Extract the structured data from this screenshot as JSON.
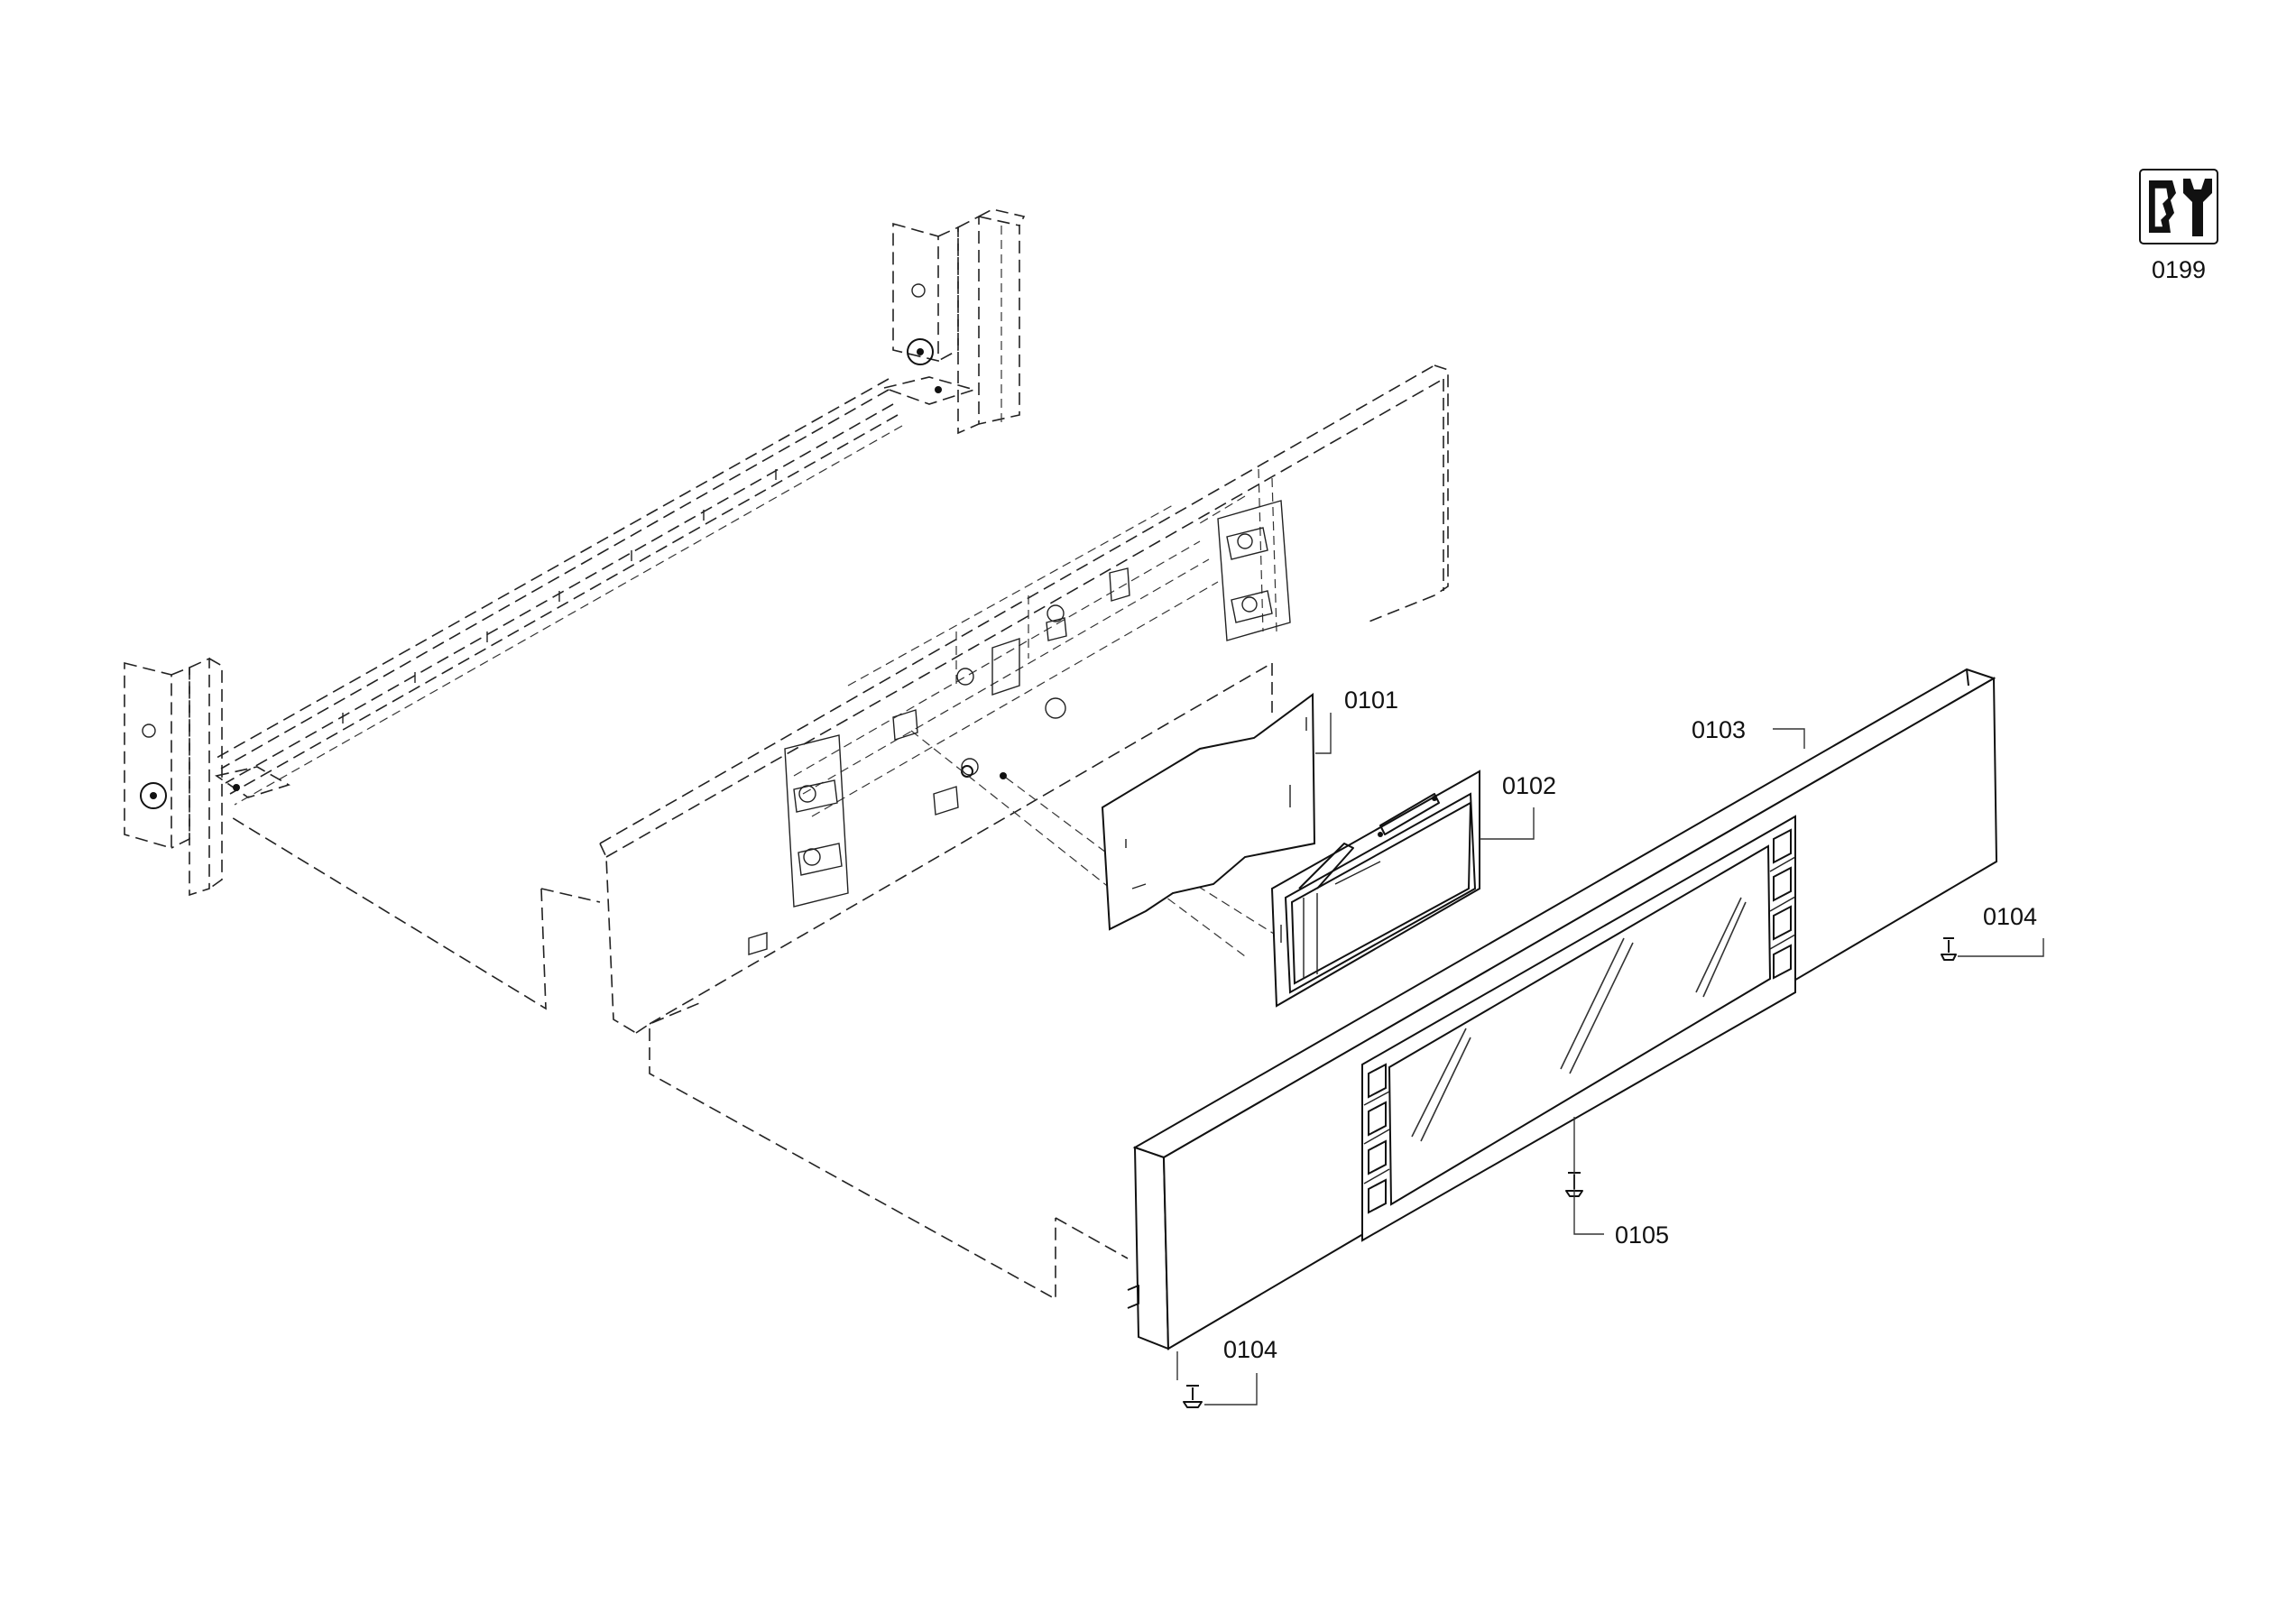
{
  "labels": {
    "p0101": "0101",
    "p0102": "0102",
    "p0103": "0103",
    "p0104a": "0104",
    "p0104b": "0104",
    "p0105": "0105",
    "p0199": "0199"
  },
  "icon": {
    "name": "service-wrench-icon"
  },
  "colors": {
    "line": "#111111",
    "background": "#ffffff"
  }
}
